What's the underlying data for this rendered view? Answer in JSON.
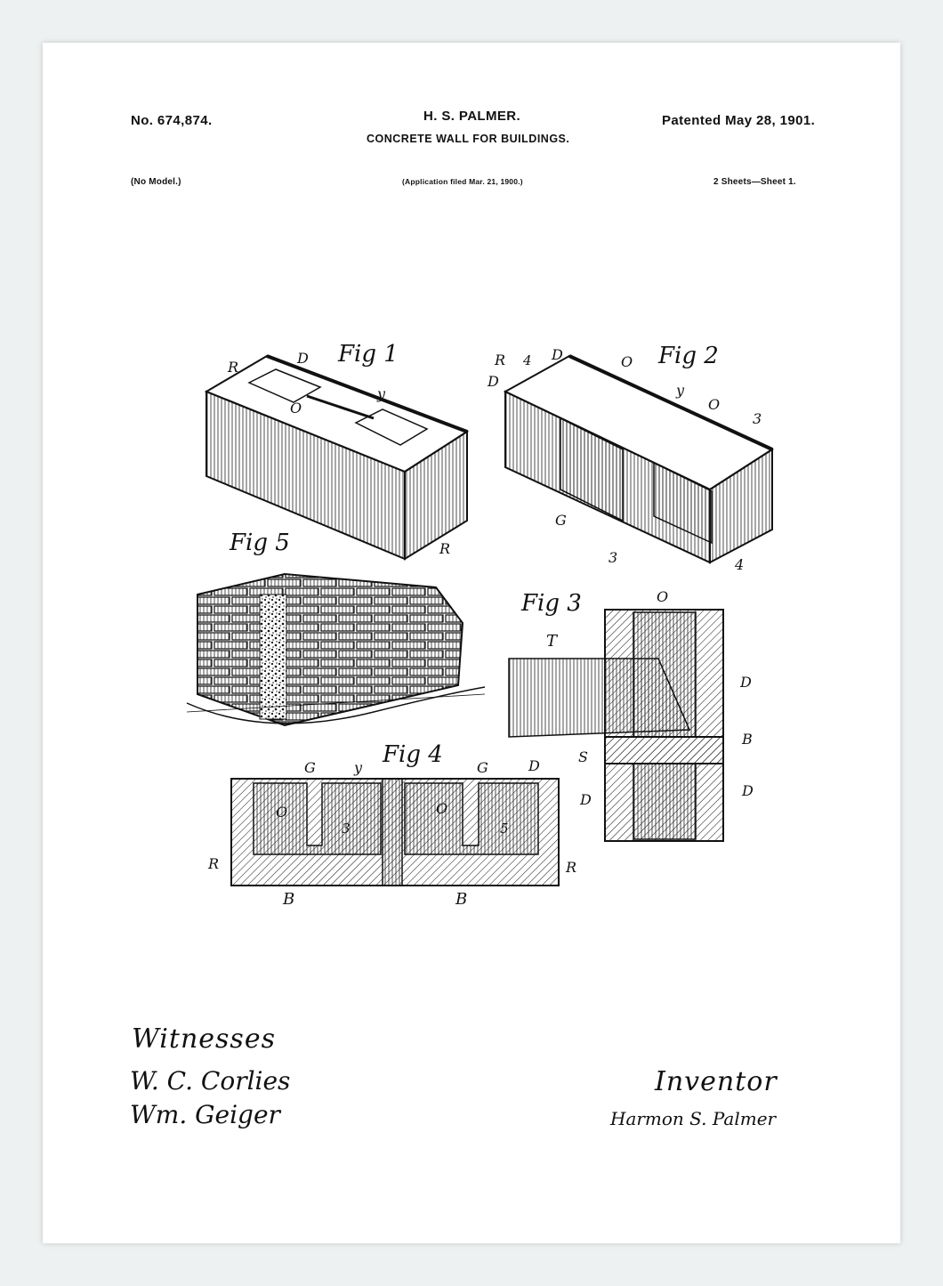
{
  "header": {
    "patent_number": "No. 674,874.",
    "inventor_name": "H. S. PALMER.",
    "patent_date": "Patented May 28, 1901.",
    "title": "CONCRETE WALL FOR BUILDINGS.",
    "model_note": "(No Model.)",
    "application_note": "(Application filed Mar. 21, 1900.)",
    "sheet_note": "2 Sheets—Sheet 1."
  },
  "figures": {
    "fig1": "Fig 1",
    "fig2": "Fig 2",
    "fig3": "Fig 3",
    "fig4": "Fig 4",
    "fig5": "Fig 5"
  },
  "reference_letters": {
    "R": "R",
    "D": "D",
    "O": "O",
    "y": "y",
    "G": "G",
    "B": "B",
    "T": "T",
    "S": "S",
    "n3": "3",
    "n4": "4",
    "n5": "5"
  },
  "footer": {
    "witnesses_label": "Witnesses",
    "inventor_label": "Inventor",
    "witness_1": "W. C. Corlies",
    "witness_2": "Wm. Geiger",
    "inventor_signature": "Harmon S. Palmer"
  }
}
